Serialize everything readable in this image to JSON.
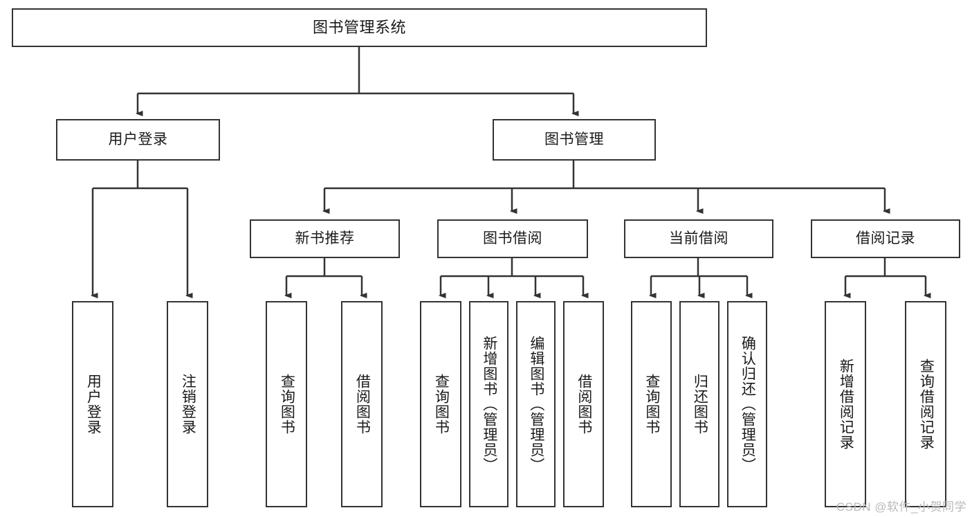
{
  "diagram": {
    "title": "图书管理系统",
    "type": "tree",
    "background": "#ffffff",
    "line_color": "#333333",
    "box_fill": "#ffffff",
    "root": {
      "id": "root",
      "label": "图书管理系统"
    },
    "level1": [
      {
        "id": "user-login",
        "label": "用户登录"
      },
      {
        "id": "book-management",
        "label": "图书管理"
      }
    ],
    "level2": [
      {
        "id": "new-book-recommend",
        "label": "新书推荐",
        "parent": "book-management"
      },
      {
        "id": "book-borrow",
        "label": "图书借阅",
        "parent": "book-management"
      },
      {
        "id": "current-borrow",
        "label": "当前借阅",
        "parent": "book-management"
      },
      {
        "id": "borrow-record",
        "label": "借阅记录",
        "parent": "book-management"
      }
    ],
    "leaves": {
      "user-login": [
        {
          "id": "leaf-user-login",
          "label": "用户登录"
        },
        {
          "id": "leaf-logout",
          "label": "注销登录"
        }
      ],
      "new-book-recommend": [
        {
          "id": "leaf-query-book-1",
          "label": "查询图书"
        },
        {
          "id": "leaf-borrow-book-1",
          "label": "借阅图书"
        }
      ],
      "book-borrow": [
        {
          "id": "leaf-query-book-2",
          "label": "查询图书"
        },
        {
          "id": "leaf-add-book",
          "label": "新增图书（管理员）"
        },
        {
          "id": "leaf-edit-book",
          "label": "编辑图书（管理员）"
        },
        {
          "id": "leaf-borrow-book-2",
          "label": "借阅图书"
        }
      ],
      "current-borrow": [
        {
          "id": "leaf-query-book-3",
          "label": "查询图书"
        },
        {
          "id": "leaf-return-book",
          "label": "归还图书"
        },
        {
          "id": "leaf-confirm-return",
          "label": "确认归还（管理员）"
        }
      ],
      "borrow-record": [
        {
          "id": "leaf-add-record",
          "label": "新增借阅记录"
        },
        {
          "id": "leaf-query-record",
          "label": "查询借阅记录"
        }
      ]
    }
  },
  "watermark": {
    "text": "CSDN @软件_小贺同学"
  }
}
